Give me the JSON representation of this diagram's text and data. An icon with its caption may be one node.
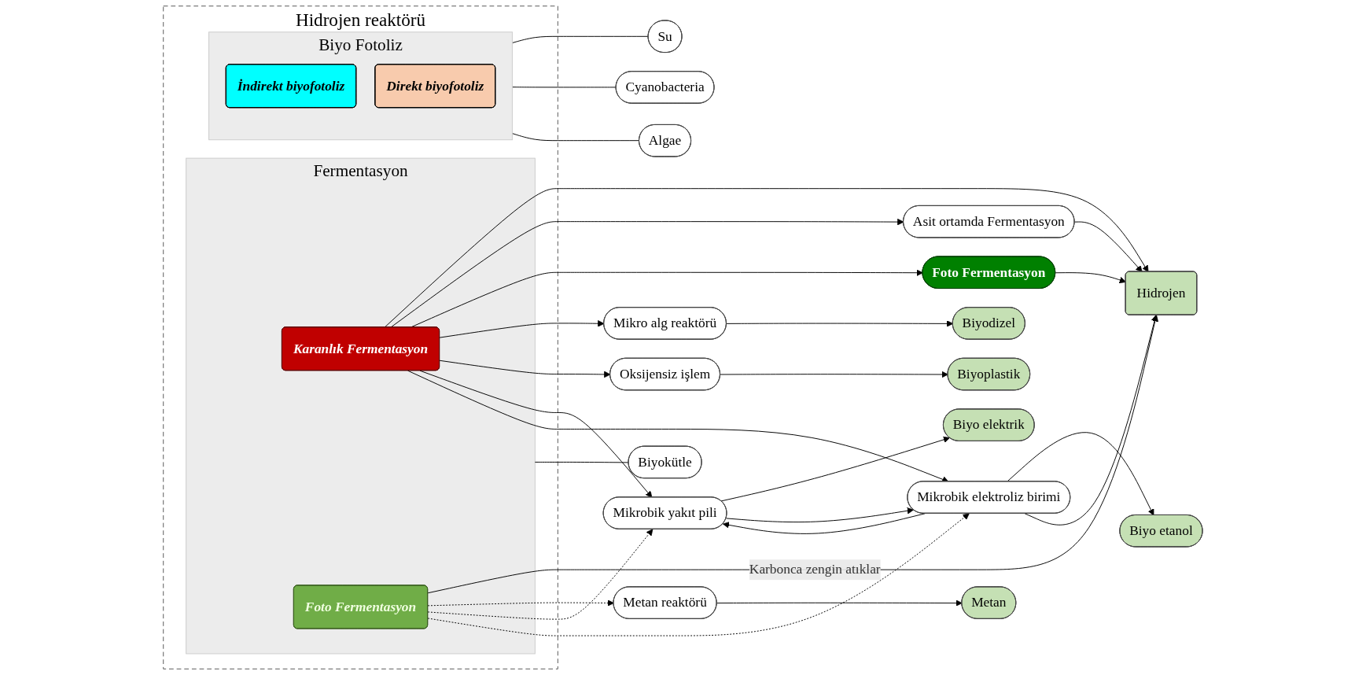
{
  "diagram": {
    "nodes": [
      {
        "text": [
          "Hidrojen reaktörü"
        ]
      },
      {
        "text": [
          "Fermentasyon"
        ],
        "in": 0
      },
      {
        "text": [
          "Karanlık Fermentasyon"
        ],
        "in": 1
      },
      {
        "text": [
          "Foto Fermentasyon"
        ],
        "in": 1
      },
      {
        "text": [
          "Biyo Fotoliz"
        ],
        "in": 0
      },
      {
        "text": [
          "İndirekt biyofotoliz"
        ],
        "in": 4
      },
      {
        "text": [
          "Direkt biyofotoliz"
        ],
        "in": 4
      },
      {
        "text": [
          "Biyokütle"
        ]
      },
      {
        "text": [
          "Su"
        ]
      },
      {
        "text": [
          "Cyanobacteria"
        ]
      },
      {
        "text": [
          "Algae"
        ]
      },
      {
        "text": [
          "Asit ortamda Fermentasyon"
        ]
      },
      {
        "text": [
          "Foto Fermentasyon"
        ]
      },
      {
        "text": [
          "Mikro alg reaktörü"
        ]
      },
      {
        "text": [
          "Oksijensiz işlem"
        ]
      },
      {
        "text": [
          "Metan reaktörü"
        ]
      },
      {
        "text": [
          "Mikrobik yakıt pili"
        ]
      },
      {
        "text": [
          "Mikrobik elektroliz birimi"
        ]
      },
      {
        "text": [
          "Hidrojen"
        ]
      },
      {
        "text": [
          "Biyodizel"
        ]
      },
      {
        "text": [
          "Biyoplastik"
        ]
      },
      {
        "text": [
          "Metan"
        ]
      },
      {
        "text": [
          "Biyo elektrik"
        ]
      },
      {
        "text": [
          "Biyo etanol"
        ]
      }
    ],
    "edges": [
      {
        "from": 2,
        "to": 18,
        "arrow": "to"
      },
      {
        "from": 3,
        "to": 18,
        "arrow": "to",
        "label": "Karbonca zengin atıklar"
      },
      {
        "from": 2,
        "to": 11,
        "arrow": "to"
      },
      {
        "from": 2,
        "to": 12,
        "arrow": "to"
      },
      {
        "from": 2,
        "to": 13,
        "arrow": "to"
      },
      {
        "from": 2,
        "to": 14,
        "arrow": "to"
      },
      {
        "from": 2,
        "to": 16,
        "arrow": "to"
      },
      {
        "from": 2,
        "to": 17,
        "arrow": "to"
      },
      {
        "from": 3,
        "to": 15,
        "arrow": "to",
        "style": "dashed"
      },
      {
        "from": 3,
        "to": 16,
        "arrow": "to",
        "style": "dashed"
      },
      {
        "from": 3,
        "to": 17,
        "arrow": "to",
        "style": "dashed"
      },
      {
        "from": 11,
        "to": 18,
        "arrow": "to"
      },
      {
        "from": 12,
        "to": 18,
        "arrow": "to"
      },
      {
        "from": 13,
        "to": 19,
        "arrow": "to"
      },
      {
        "from": 14,
        "to": 20,
        "arrow": "to"
      },
      {
        "from": 15,
        "to": 21,
        "arrow": "to"
      },
      {
        "from": 16,
        "to": 22,
        "arrow": "to"
      },
      {
        "from": 17,
        "to": 23,
        "arrow": "to"
      },
      {
        "from": 16,
        "to": 17,
        "arrow": "to"
      },
      {
        "from": 17,
        "to": 16,
        "arrow": "to"
      },
      {
        "from": 17,
        "to": 18,
        "arrow": "to"
      },
      {
        "from": 1,
        "to": 7,
        "arrow": "none"
      },
      {
        "from": 4,
        "to": 8,
        "arrow": "none"
      },
      {
        "from": 4,
        "to": 9,
        "arrow": "none"
      },
      {
        "from": 4,
        "to": 10,
        "arrow": "none"
      }
    ]
  }
}
